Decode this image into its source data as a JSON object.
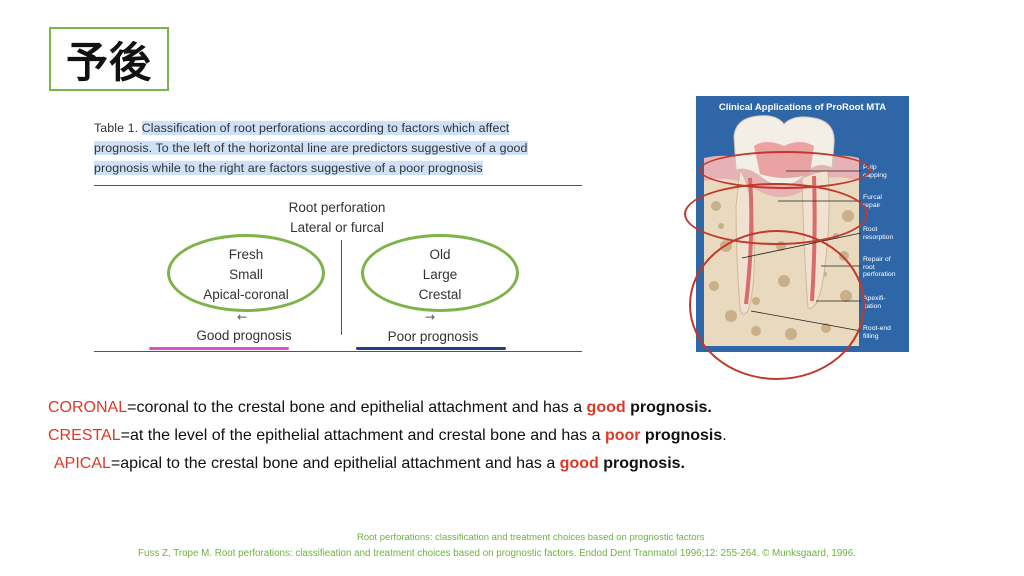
{
  "title": "予後",
  "table": {
    "caption_label": "Table 1.",
    "caption_line1": "Classification of root perforations according to factors which affect",
    "caption_line2": "prognosis. To the left of the horizontal line are predictors suggestive of a good",
    "caption_line3": "prognosis while to the right are factors suggestive of a poor prognosis",
    "header_line1": "Root perforation",
    "header_line2": "Lateral or furcal",
    "left_items": [
      "Fresh",
      "Small",
      "Apical-coronal"
    ],
    "right_items": [
      "Old",
      "Large",
      "Crestal"
    ],
    "left_arrow": "←",
    "right_arrow": "→",
    "left_label": "Good prognosis",
    "right_label": "Poor prognosis"
  },
  "tooth_figure": {
    "title": "Clinical Applications of ProRoot MTA",
    "labels": [
      "Pulp\ncapping",
      "Furcal\nrepair",
      "Root\nresorption",
      "Repair of\nroot\nperforation",
      "Apexifi-\ncation",
      "Root-end\nfilling"
    ]
  },
  "lines": [
    {
      "term": "CORONAL",
      "text": "=coronal to the crestal bone and epithelial attachment and has a ",
      "quality": "good",
      "tail": " prognosis",
      "end": "."
    },
    {
      "term": "CRESTAL",
      "text": "=at the level of the epithelial attachment and crestal bone and has a ",
      "quality": "poor",
      "tail": " prognosis",
      "end": "."
    },
    {
      "term": "APICAL",
      "text": "=apical to the crestal bone and epithelial attachment and has a ",
      "quality": "good",
      "tail": " prognosis.",
      "end": ""
    }
  ],
  "citations": {
    "line1": "Root perforations: classification and treatment choices based on prognostic factors",
    "line2": "Fuss Z, Trope M. Root perforations: classifieation and treatment choices based on prognostic factors. Endod Dent Tranmatol 1996;12: 255-264. © Munksgaard, 1996."
  },
  "colors": {
    "accent_red": "#e03826",
    "green": "#6db33f",
    "highlight": "#cfe1f7"
  }
}
